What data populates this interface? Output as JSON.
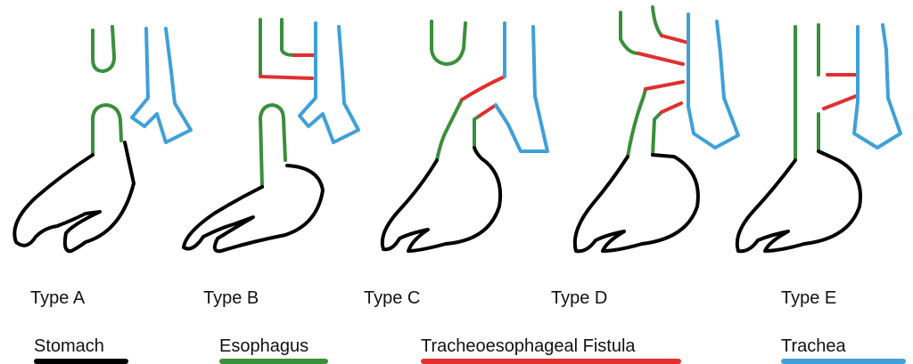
{
  "types": [
    {
      "label": "Type A"
    },
    {
      "label": "Type B"
    },
    {
      "label": "Type C"
    },
    {
      "label": "Type D"
    },
    {
      "label": "Type E"
    }
  ],
  "legend": [
    {
      "label": "Stomach",
      "color": "#000000"
    },
    {
      "label": "Esophagus",
      "color": "#3a8f3a"
    },
    {
      "label": "Tracheoesophageal Fistula",
      "color": "#e03030"
    },
    {
      "label": "Trachea",
      "color": "#3fa0d8"
    }
  ]
}
